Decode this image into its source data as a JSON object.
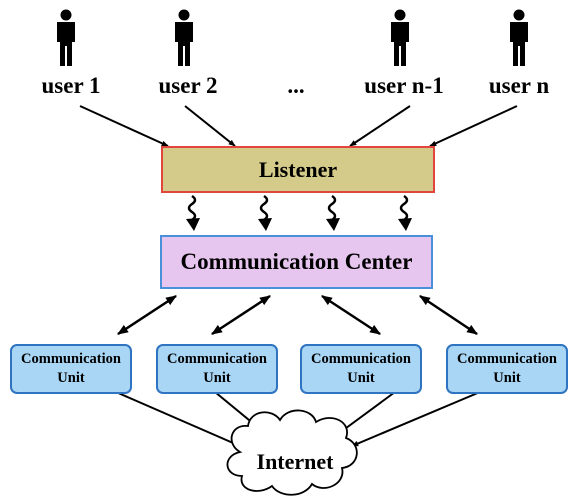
{
  "users": [
    {
      "label": "user 1"
    },
    {
      "label": "user 2"
    },
    {
      "label": "user n-1"
    },
    {
      "label": "user n"
    }
  ],
  "ellipsis": "...",
  "listener": {
    "label": "Listener"
  },
  "center": {
    "label": "Communication Center"
  },
  "units": [
    {
      "line1": "Communication",
      "line2": "Unit"
    },
    {
      "line1": "Communication",
      "line2": "Unit"
    },
    {
      "line1": "Communication",
      "line2": "Unit"
    },
    {
      "line1": "Communication",
      "line2": "Unit"
    }
  ],
  "internet": {
    "label": "Internet"
  },
  "colors": {
    "listener_fill": "#d4cb8a",
    "listener_border": "#e0463c",
    "center_fill": "#e6c6ef",
    "center_border": "#4a8fd9",
    "unit_fill": "#a9d6f5",
    "unit_border": "#2f74c0"
  },
  "icons": [
    "person-icon",
    "wavy-arrow-icon",
    "cloud-icon"
  ]
}
